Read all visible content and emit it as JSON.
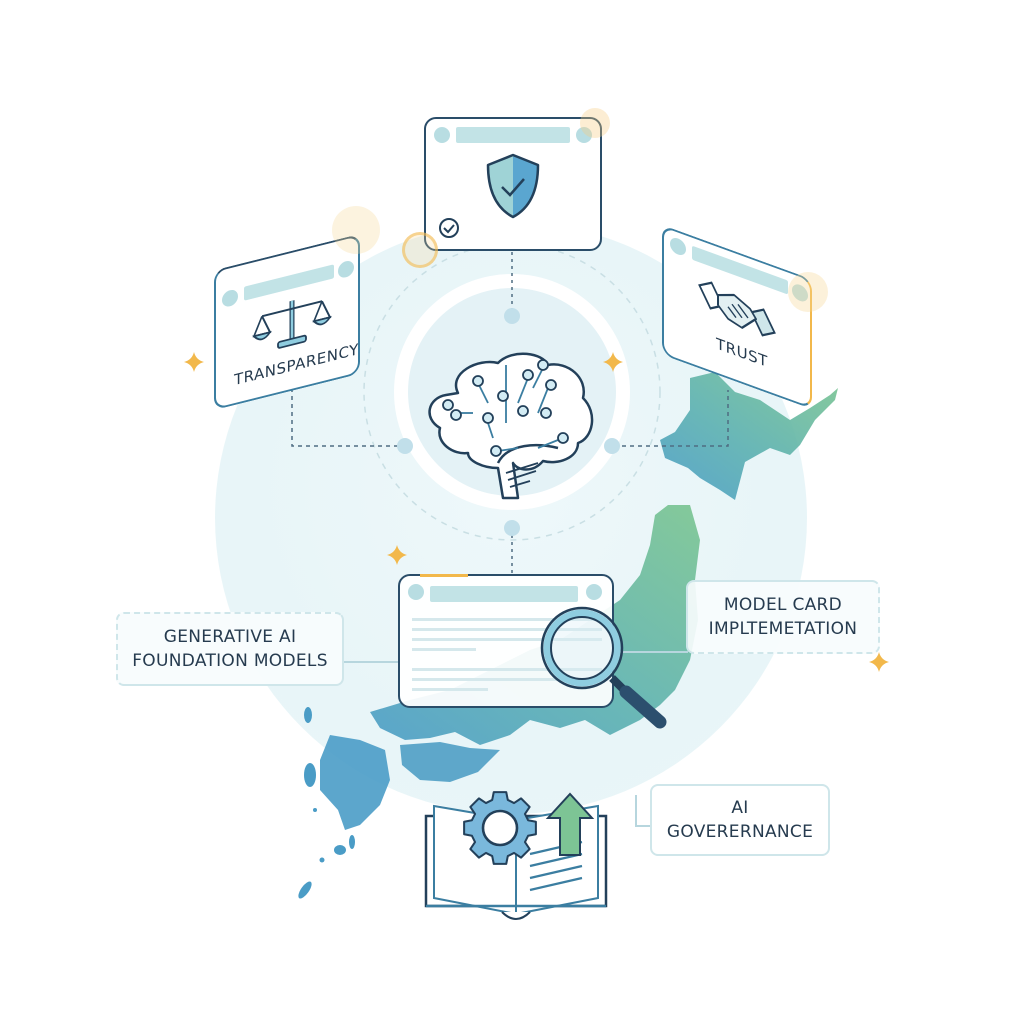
{
  "diagram": {
    "center": {
      "icon": "brain-circuit-icon"
    },
    "cards": [
      {
        "id": "security",
        "icon": "shield-check-icon",
        "badge_icon": "check-circle-icon"
      },
      {
        "id": "transparency",
        "label": "TRANSPARENCY",
        "icon": "balance-scale-icon"
      },
      {
        "id": "trust",
        "label": "TRUST",
        "icon": "handshake-icon"
      },
      {
        "id": "document",
        "icon": "magnifying-glass-icon"
      }
    ],
    "labels": {
      "generative_ai": {
        "line1": "GENERATIVE AI",
        "line2": "FOUNDATION MODELS"
      },
      "model_card": {
        "line1": "MODEL CARD",
        "line2": "IMPLTEMETATION"
      },
      "governance": {
        "line1": "AI",
        "line2": "GOVERERNANCE"
      }
    },
    "bottom": {
      "icons": [
        "open-book-icon",
        "gear-icon",
        "up-arrow-icon"
      ]
    },
    "map": {
      "region": "Japan"
    },
    "colors": {
      "navy": "#2a4d69",
      "teal_light": "#b8dde2",
      "blue": "#5aa6c8",
      "green": "#6cbf94",
      "gold": "#f2b84b",
      "background_circle": "#e8f5f8"
    }
  }
}
